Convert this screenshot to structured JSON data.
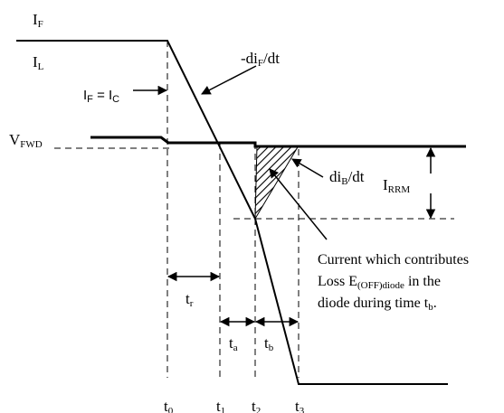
{
  "labels": {
    "if": {
      "main": "I",
      "sub": "F"
    },
    "il": {
      "main": "I",
      "sub": "L"
    },
    "if_eq_ic": {
      "a": "I",
      "a_sub": "F",
      "eq": " = I",
      "b_sub": "C"
    },
    "vfwd": {
      "main": "V",
      "sub": "FWD"
    },
    "neg_dif_dt": {
      "pre": "-di",
      "sub": "F",
      "post": "/dt"
    },
    "dib_dt": {
      "pre": "di",
      "sub": "B",
      "post": "/dt"
    },
    "irrm": {
      "main": "I",
      "sub": "RRM"
    },
    "tr": {
      "main": "t",
      "sub": "r"
    },
    "ta": {
      "main": "t",
      "sub": "a"
    },
    "tb": {
      "main": "t",
      "sub": "b"
    },
    "t0": {
      "main": "t",
      "sub": "0"
    },
    "t1": {
      "main": "t",
      "sub": "1"
    },
    "t2": {
      "main": "t",
      "sub": "2"
    },
    "t3": {
      "main": "t",
      "sub": "3"
    }
  },
  "note": {
    "line1": "Current which contributes",
    "line2_pre": "Loss E",
    "line2_sub": "(OFF)diode",
    "line2_post": " in the",
    "line3_pre": "diode during time t",
    "line3_sub": "b",
    "line3_post": "."
  },
  "colors": {
    "ink": "#000000",
    "background": "#ffffff"
  }
}
